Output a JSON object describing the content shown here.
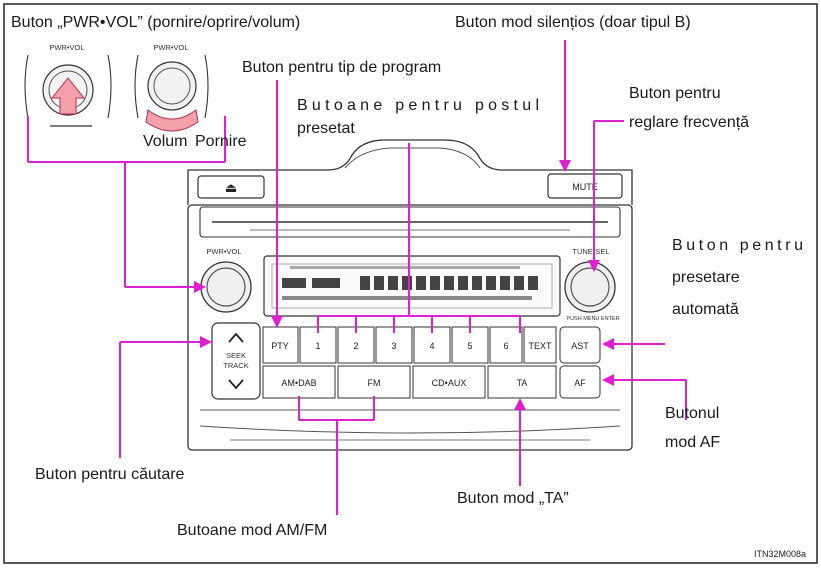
{
  "callouts": {
    "pwr_vol": "Buton „PWR•VOL” (pornire/oprire/volum)",
    "mute_mode": "Buton mod silențios (doar tipul B)",
    "program_type": "Buton pentru tip de program",
    "preset_1": "Butoane pentru postul",
    "preset_2": "presetat",
    "freq_1": "Buton pentru",
    "freq_2": "reglare frecvență",
    "volum": "Volum",
    "pornire": "Pornire",
    "ast_1": "Buton pentru",
    "ast_2": "presetare",
    "ast_3": "automată",
    "af_1": "Butonul",
    "af_2": "mod AF",
    "seek": "Buton pentru căutare",
    "ta": "Buton mod „TA”",
    "amfm": "Butoane mod AM/FM"
  },
  "device": {
    "pwr_vol_label": "PWR•VOL",
    "tune_sel_label": "TUNE•SEL",
    "mute_label": "MUTE",
    "eject_symbol": "⏏",
    "push_menu_enter": "PUSH MENU ENTER",
    "seek_label_1": "SEEK",
    "seek_label_2": "TRACK",
    "preset_buttons": [
      "PTY",
      "1",
      "2",
      "3",
      "4",
      "5",
      "6",
      "TEXT"
    ],
    "mode_buttons": [
      "AM•DAB",
      "FM",
      "CD•AUX",
      "TA"
    ],
    "side_buttons": [
      "AST",
      "AF"
    ]
  },
  "figure_code": "ITN32M008a"
}
